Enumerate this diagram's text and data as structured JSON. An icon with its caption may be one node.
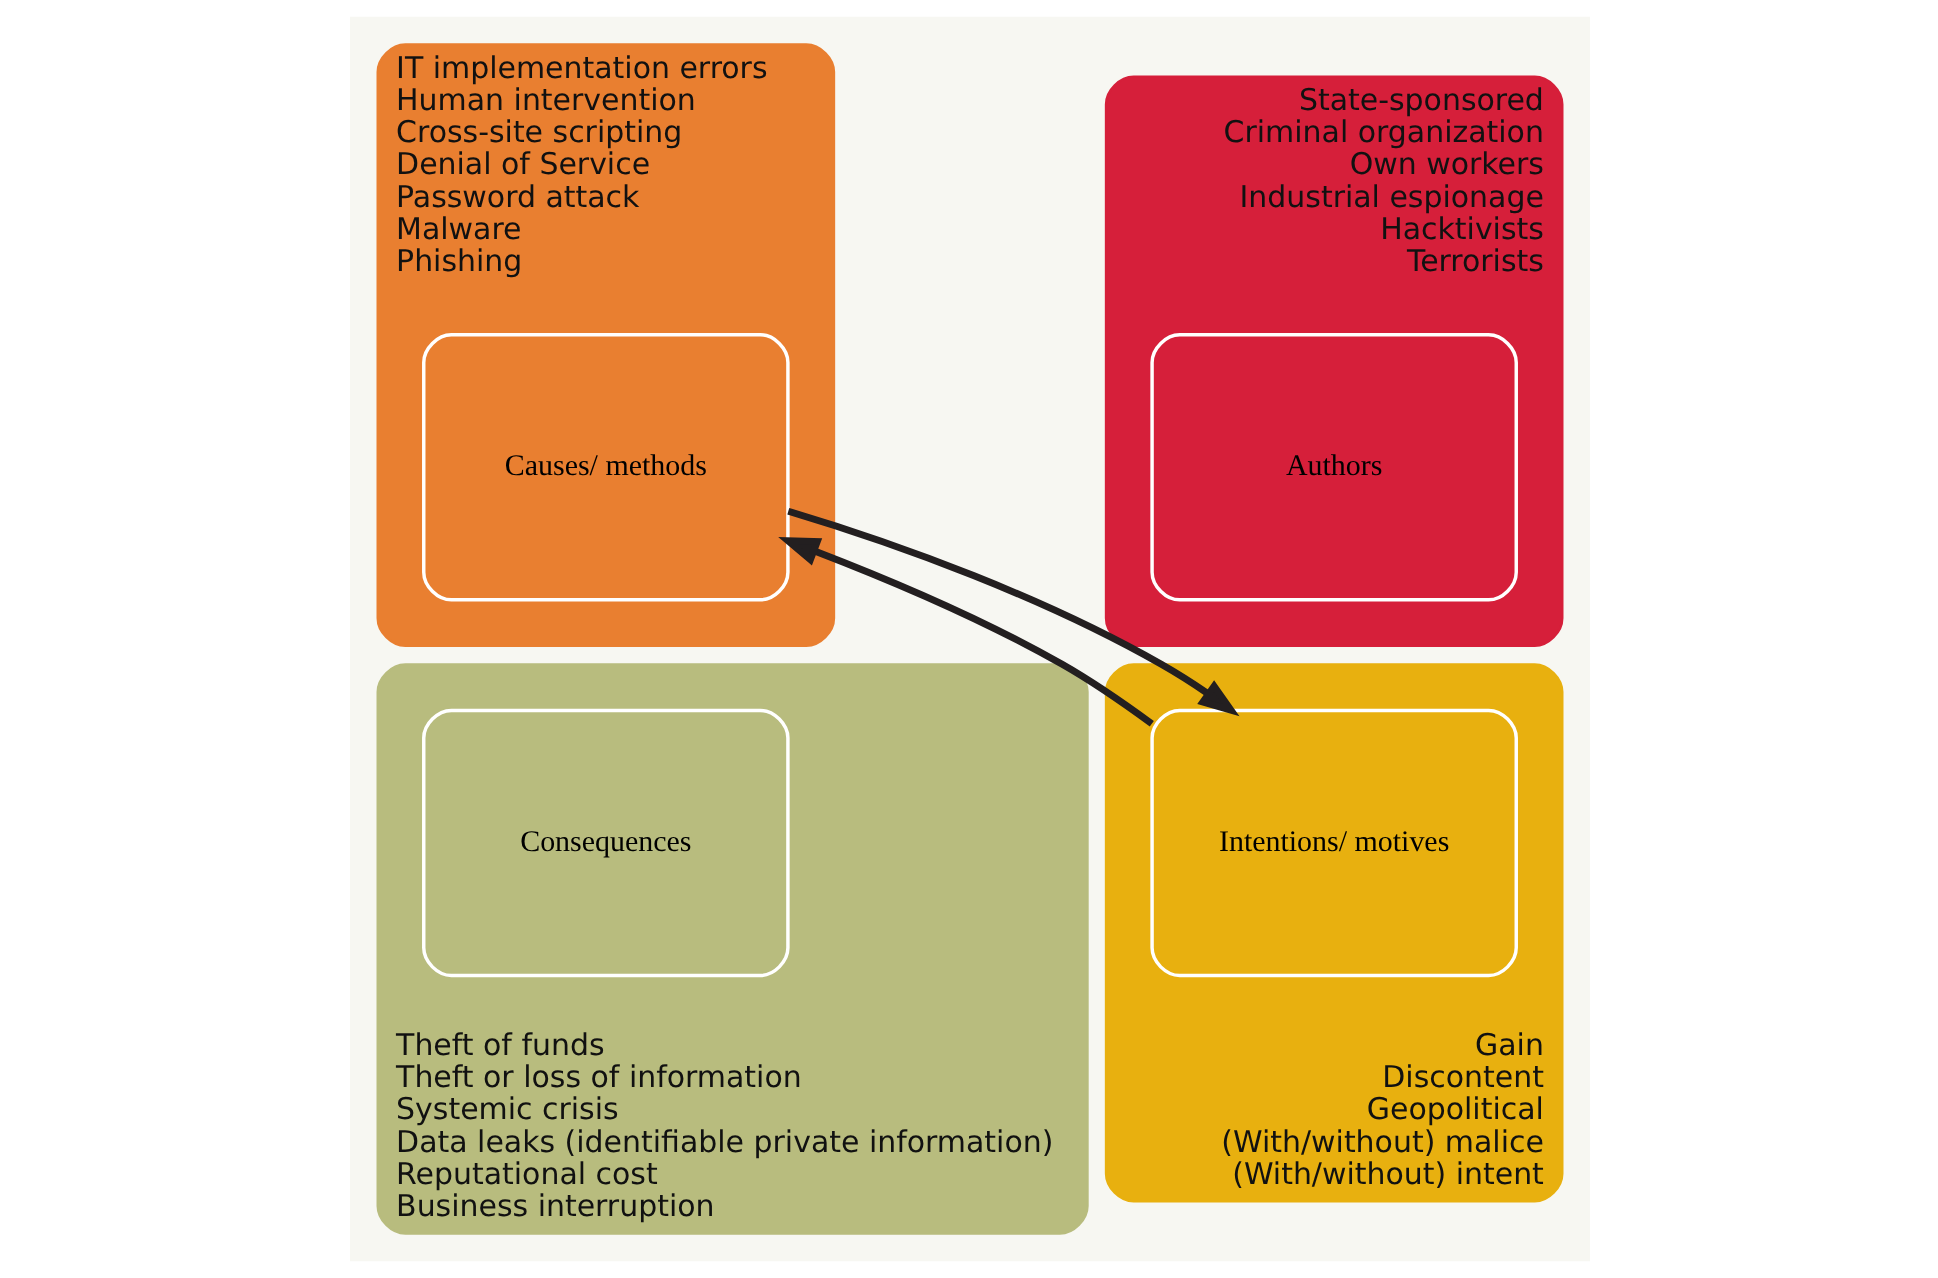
{
  "diagram": {
    "nodes": [
      {
        "text": [
          "IT implementation errors",
          "Human intervention",
          "Cross-site scripting",
          "Denial of Service",
          "Password attack",
          "Malware",
          "Phishing"
        ]
      },
      {
        "text": [
          "Causes/ methods"
        ],
        "in": 0
      },
      {
        "text": [
          "State-sponsored",
          "Criminal organization",
          "Own workers",
          "Industrial espionage",
          "Hacktivists",
          "Terrorists"
        ]
      },
      {
        "text": [
          "Authors"
        ],
        "in": 2
      },
      {
        "text": [
          "Theft of funds",
          "Theft or loss of information",
          "Systemic crisis",
          "Data leaks (identifiable private information)",
          "Reputational cost",
          "Business interruption"
        ]
      },
      {
        "text": [
          "Consequences"
        ],
        "in": 4
      },
      {
        "text": [
          "Gain",
          "Discontent",
          "Geopolitical",
          "(With/without) malice",
          "(With/without) intent"
        ]
      },
      {
        "text": [
          "Intentions/ motives"
        ],
        "in": 6
      }
    ],
    "edges": [
      {
        "from": 1,
        "to": 7,
        "arrow": "to"
      },
      {
        "from": 7,
        "to": 1,
        "arrow": "to"
      }
    ]
  }
}
